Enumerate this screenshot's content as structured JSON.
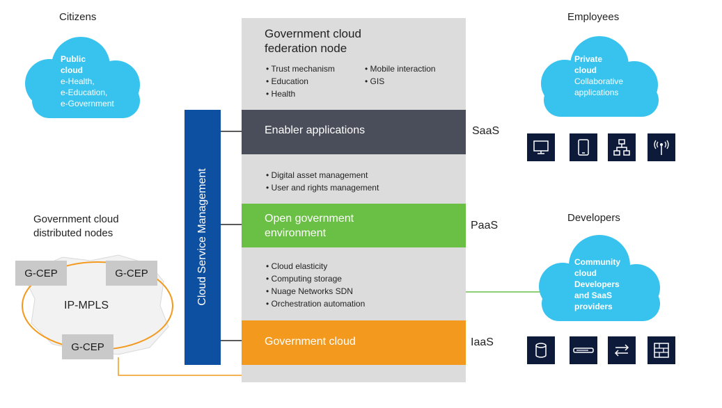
{
  "citizens": {
    "label": "Citizens",
    "cloud_title": "Public cloud",
    "cloud_items": [
      "e-Health,",
      "e-Education,",
      "e-Government"
    ]
  },
  "employees": {
    "label": "Employees",
    "cloud_title": "Private cloud",
    "cloud_items": [
      "Collaborative",
      "applications"
    ]
  },
  "developers": {
    "label": "Developers",
    "cloud_title": "Community cloud",
    "cloud_items": [
      "Developers",
      "and SaaS",
      "providers"
    ]
  },
  "federation": {
    "title_line1": "Government cloud",
    "title_line2": "federation node",
    "bullets_left": [
      "Trust mechanism",
      "Education",
      "Health"
    ],
    "bullets_right": [
      "Mobile interaction",
      "GIS"
    ]
  },
  "layers": {
    "enabler": {
      "label": "Enabler applications",
      "tier": "SaaS",
      "color": "#4a4d5a"
    },
    "enabler_bullets": [
      "Digital asset management",
      "User and rights management"
    ],
    "open_gov": {
      "label_line1": "Open government",
      "label_line2": "environment",
      "tier": "PaaS",
      "color": "#6abf45"
    },
    "open_gov_bullets": [
      "Cloud elasticity",
      "Computing storage",
      "Nuage Networks SDN",
      "Orchestration automation"
    ],
    "gov_cloud": {
      "label": "Government cloud",
      "tier": "IaaS",
      "color": "#f39a1e"
    }
  },
  "csm": {
    "label": "Cloud Service Management",
    "color": "#0d4fa0"
  },
  "distributed": {
    "label_line1": "Government cloud",
    "label_line2": "distributed nodes",
    "network_label": "IP-MPLS",
    "nodes": [
      "G-CEP",
      "G-CEP",
      "G-CEP"
    ]
  },
  "icons": {
    "saas_row": [
      "monitor-icon",
      "tablet-icon",
      "network-hierarchy-icon",
      "wireless-antenna-icon"
    ],
    "iaas_row": [
      "database-icon",
      "server-icon",
      "exchange-arrows-icon",
      "firewall-icon"
    ]
  },
  "colors": {
    "cloud": "#37c3ee",
    "panel": "#dcdcdc",
    "connector_orange": "#f39a1e",
    "connector_green": "#6abf45"
  }
}
